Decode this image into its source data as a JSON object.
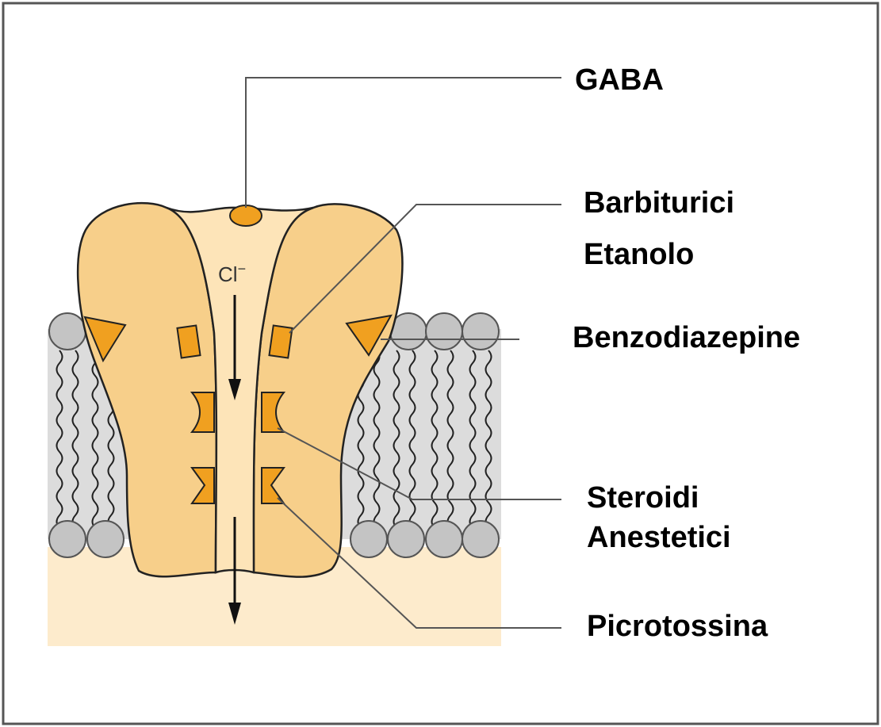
{
  "diagram": {
    "labels": {
      "gaba": "GABA",
      "barbiturici": "Barbiturici",
      "etanolo": "Etanolo",
      "benzodiazepine": "Benzodiazepine",
      "steroidi": "Steroidi",
      "anestetici": "Anestetici",
      "picrotossina": "Picrotossina"
    },
    "ion": "Cl",
    "ion_charge": "−"
  },
  "colors": {
    "protein_outer": "#f7cf8a",
    "protein_inner": "#fde4b8",
    "binding_site": "#f0a020",
    "lipid_head": "#c0c0c0",
    "membrane_bg": "#dcdcdc",
    "extracellular_bg": "#fdebcc"
  }
}
